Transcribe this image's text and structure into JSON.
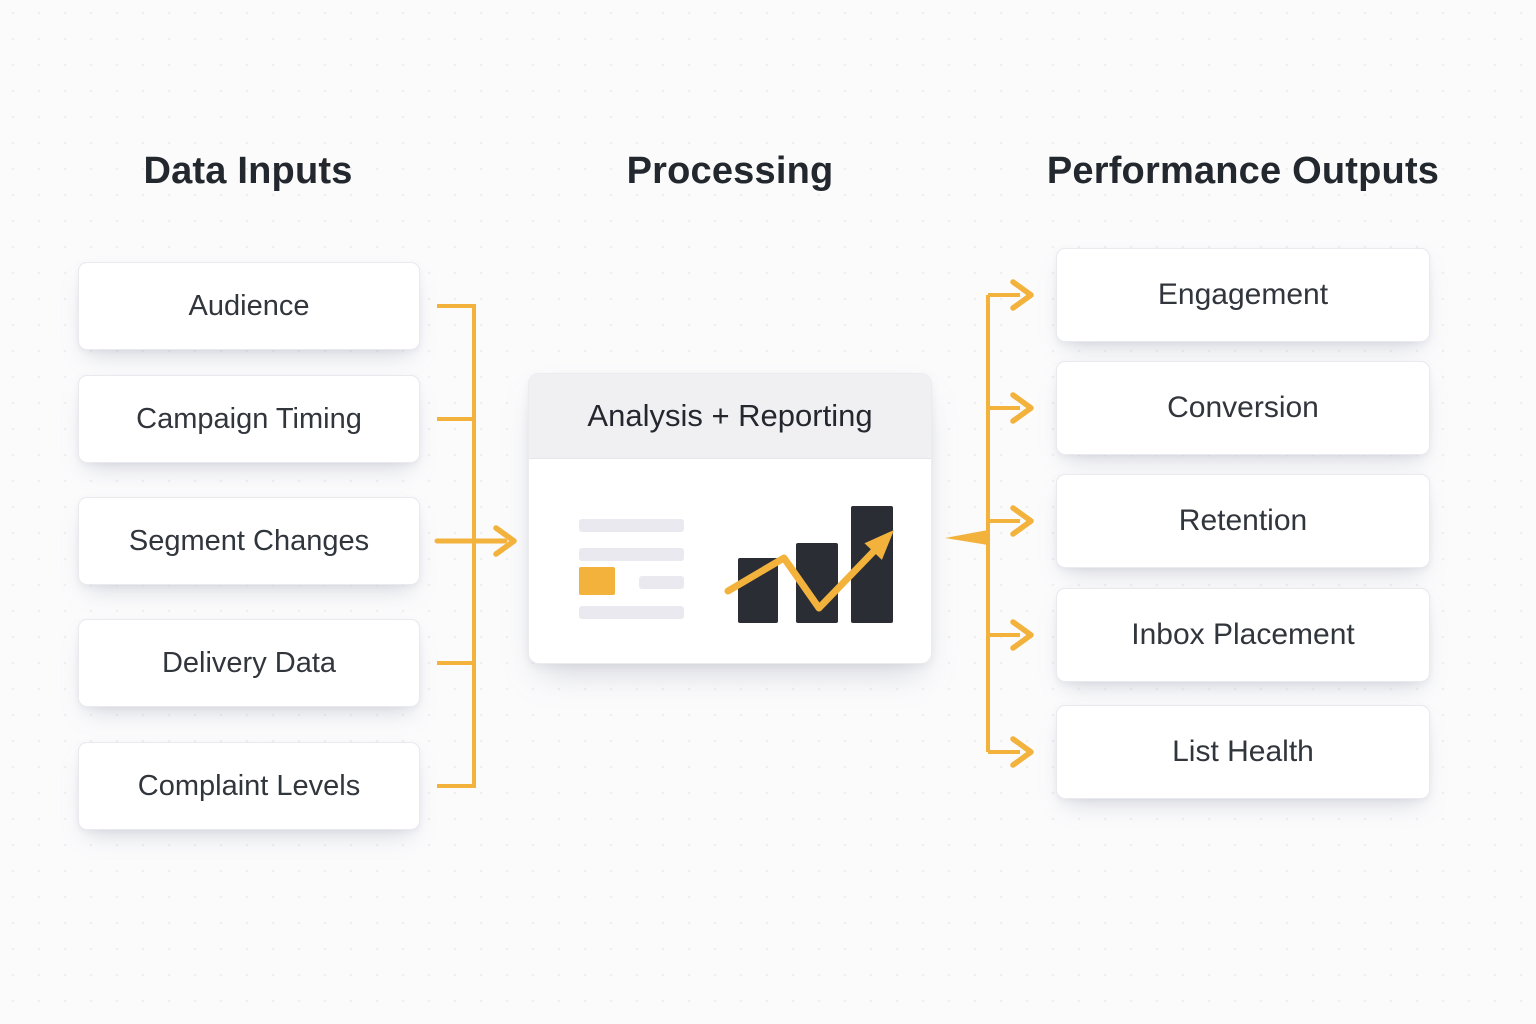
{
  "theme": {
    "accent": "#F2B23C",
    "page_bg": "#FBFBFC",
    "box_bg": "#FFFFFF",
    "box_border": "#E9E9EE",
    "title_color": "#23272E",
    "label_color": "#31353C",
    "card_header_bg": "#F0F0F3",
    "bar_color": "#2A2E34",
    "line_color": "#E9E9EF"
  },
  "diagram": {
    "inputs": {
      "title": "Data Inputs",
      "items": [
        "Audience",
        "Campaign Timing",
        "Segment Changes",
        "Delivery Data",
        "Complaint Levels"
      ]
    },
    "processing": {
      "title": "Processing",
      "card_title": "Analysis + Reporting"
    },
    "outputs": {
      "title": "Performance Outputs",
      "items": [
        "Engagement",
        "Conversion",
        "Retention",
        "Inbox Placement",
        "List Health"
      ]
    }
  }
}
